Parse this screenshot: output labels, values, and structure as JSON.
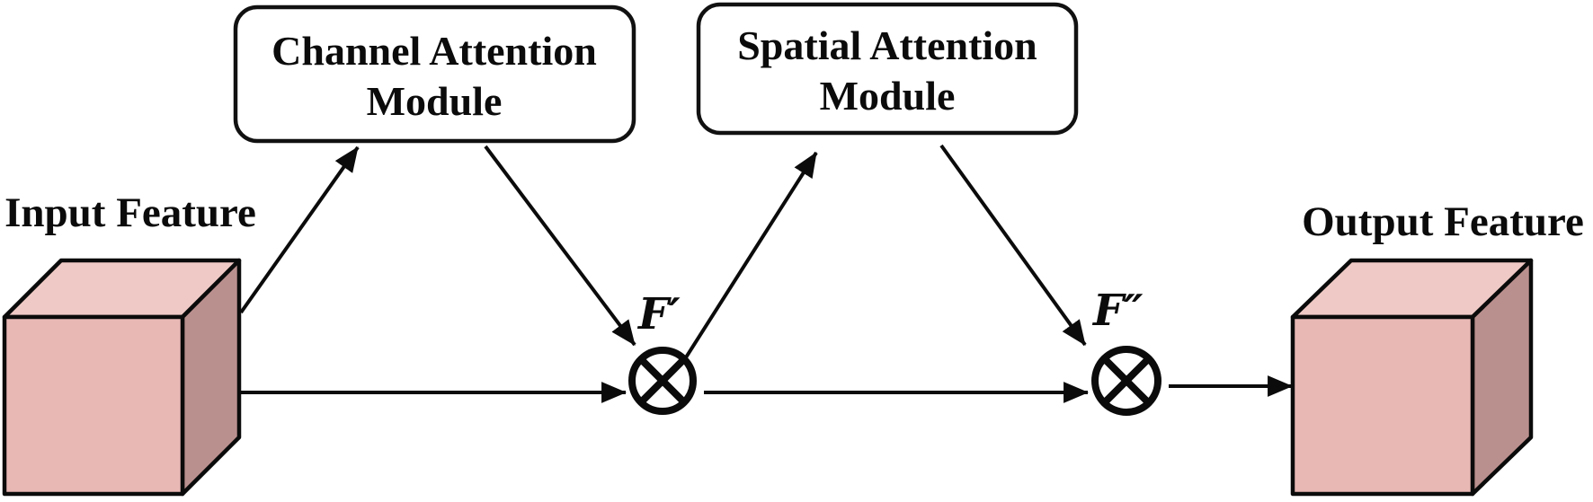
{
  "diagram": {
    "modules": [
      {
        "id": "channel-attention-module",
        "line1": "Channel Attention",
        "line2": "Module"
      },
      {
        "id": "spatial-attention-module",
        "line1": "Spatial Attention",
        "line2": "Module"
      }
    ],
    "features": {
      "input_label": "Input Feature",
      "output_label": "Output Feature"
    },
    "operators": [
      {
        "id": "multiply-1",
        "symbol": "circled-times",
        "label": "F′"
      },
      {
        "id": "multiply-2",
        "symbol": "circled-times",
        "label": "F″"
      }
    ],
    "colors": {
      "cube_front": "#E8B8B5",
      "cube_top": "#EFC9C5",
      "cube_side": "#BA908E",
      "line": "#0b0b0b",
      "box_fill": "#ffffff",
      "background": "#ffffff"
    }
  }
}
